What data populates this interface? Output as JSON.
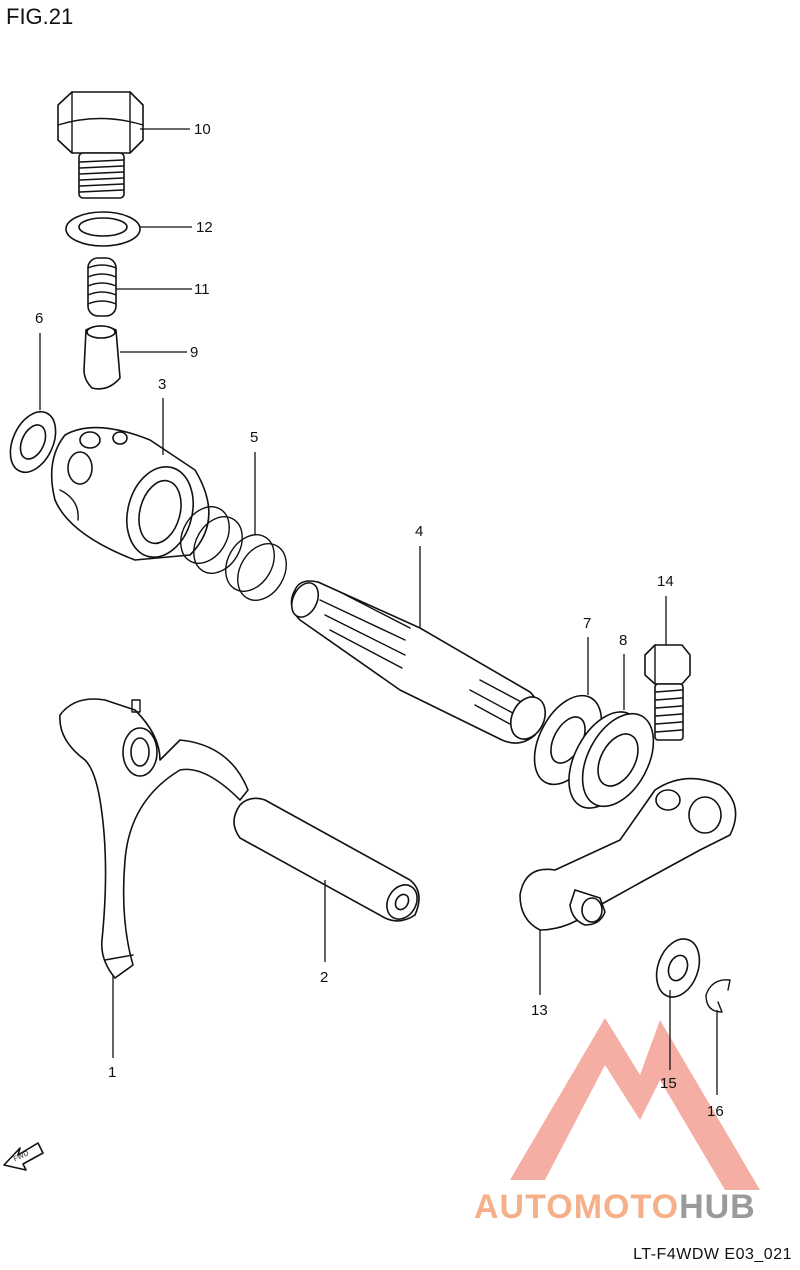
{
  "figure": {
    "title": "FIG.21",
    "code": "LT-F4WDW E03_021",
    "fwd_label": "FWD"
  },
  "callouts": [
    {
      "id": "10",
      "label": "10"
    },
    {
      "id": "12",
      "label": "12"
    },
    {
      "id": "11",
      "label": "11"
    },
    {
      "id": "9",
      "label": "9"
    },
    {
      "id": "6",
      "label": "6"
    },
    {
      "id": "3",
      "label": "3"
    },
    {
      "id": "5",
      "label": "5"
    },
    {
      "id": "4",
      "label": "4"
    },
    {
      "id": "14",
      "label": "14"
    },
    {
      "id": "7",
      "label": "7"
    },
    {
      "id": "8",
      "label": "8"
    },
    {
      "id": "2",
      "label": "2"
    },
    {
      "id": "1",
      "label": "1"
    },
    {
      "id": "13",
      "label": "13"
    },
    {
      "id": "15",
      "label": "15"
    },
    {
      "id": "16",
      "label": "16"
    }
  ],
  "watermark": {
    "part_a": "AUTOMOTO",
    "part_b": "HUB",
    "color_a": "#f5b08a",
    "color_b": "#9a9a9a",
    "logo_color": "#f08070"
  }
}
